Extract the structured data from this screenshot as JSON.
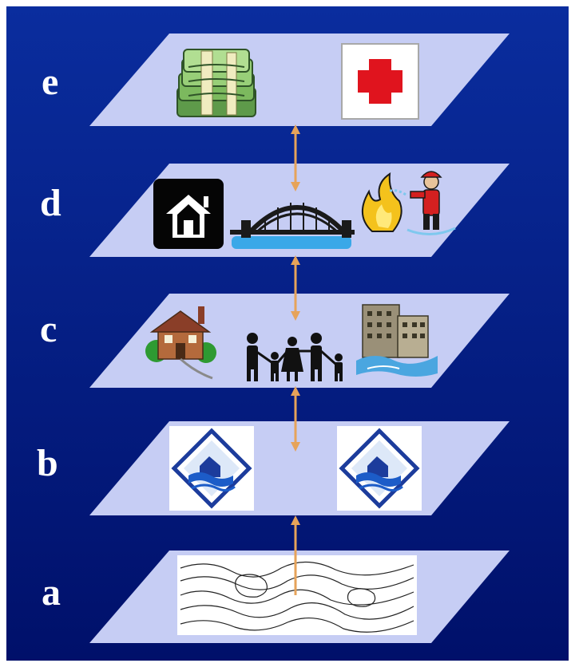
{
  "colors": {
    "background_top": "#0a2d9e",
    "background_bottom": "#00106a",
    "plane": "#c6cdf4",
    "connector": "#e6a35a",
    "label": "#ffffff"
  },
  "layers": [
    {
      "label": "e",
      "icons": [
        "money-stack-icon",
        "red-cross-icon"
      ]
    },
    {
      "label": "d",
      "icons": [
        "house-icon",
        "bridge-icon",
        "firefighter-icon"
      ]
    },
    {
      "label": "c",
      "icons": [
        "residence-icon",
        "family-icon",
        "flooded-building-icon"
      ]
    },
    {
      "label": "b",
      "icons": [
        "flood-warning-sign-icon",
        "flood-warning-sign-icon"
      ]
    },
    {
      "label": "a",
      "icons": [
        "topographic-map-icon"
      ]
    }
  ]
}
